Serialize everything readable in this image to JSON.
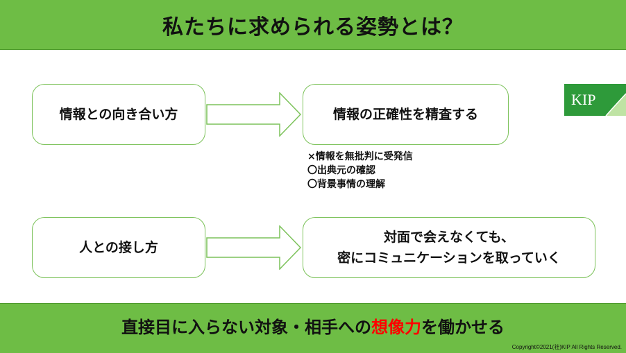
{
  "title": "私たちに求められる姿勢とは？",
  "rows": [
    {
      "left": "情報との向き合い方",
      "right_lines": [
        "情報の正確性を精査する"
      ]
    },
    {
      "left": "人との接し方",
      "right_lines": [
        "対面で会えなくても、",
        "密にコミュニケーションを取っていく"
      ]
    }
  ],
  "notes": [
    "×情報を無批判に受発信",
    "〇出典元の確認",
    "〇背景事情の理解"
  ],
  "logo_text": "KIP",
  "footer": {
    "before": "直接目に入らない対象・相手への",
    "highlight": "想像力",
    "after": "を働かせる"
  },
  "copyright": "Copyright©2021(社)KIP All Rights Reserved.",
  "colors": {
    "accent_green": "#6ebd45",
    "logo_green": "#2e9a3a",
    "highlight_red": "#ff0000"
  }
}
